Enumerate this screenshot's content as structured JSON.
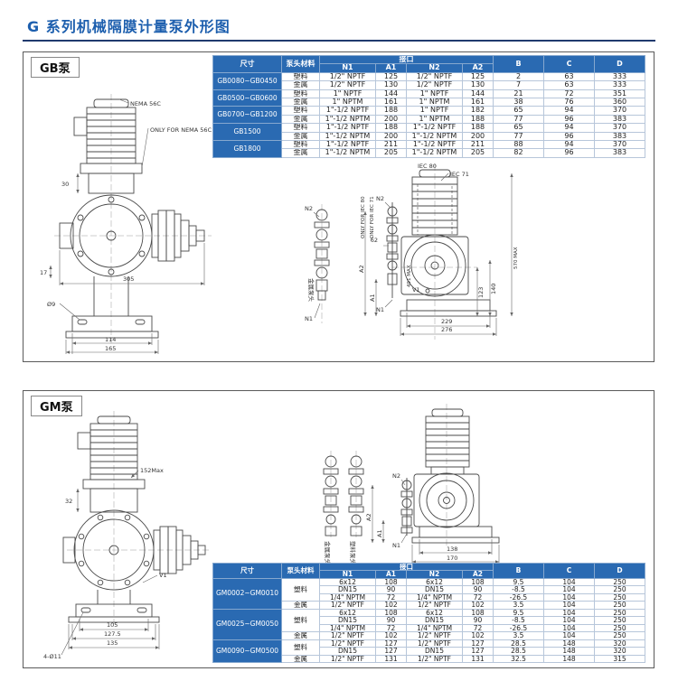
{
  "page": {
    "title": "G 系列机械隔膜计量泵外形图"
  },
  "colors": {
    "accent_blue": "#2a6ab2",
    "title_blue": "#1d5fae",
    "rule_navy": "#203a6e"
  },
  "table_headers": {
    "size": "尺寸",
    "material": "泵头材料",
    "port": "接口",
    "n1": "N1",
    "a1": "A1",
    "n2": "N2",
    "a2": "A2",
    "b": "B",
    "c": "C",
    "d": "D"
  },
  "gb": {
    "label": "GB泵",
    "table": {
      "rows": [
        {
          "size": "GB0080~GB0450",
          "size_span": 2,
          "material": "塑料",
          "cells": [
            "1/2\" NPTF",
            "125",
            "1/2\" NPTF",
            "125",
            "2",
            "63",
            "333"
          ]
        },
        {
          "material": "金属",
          "cells": [
            "1/2\" NPTF",
            "130",
            "1/2\" NPTF",
            "130",
            "7",
            "63",
            "333"
          ]
        },
        {
          "size": "GB0500~GB0600",
          "size_span": 2,
          "material": "塑料",
          "cells": [
            "1\" NPTF",
            "144",
            "1\" NPTF",
            "144",
            "21",
            "72",
            "351"
          ]
        },
        {
          "material": "金属",
          "cells": [
            "1\" NPTM",
            "161",
            "1\" NPTM",
            "161",
            "38",
            "76",
            "360"
          ]
        },
        {
          "size": "GB0700~GB1200",
          "size_span": 2,
          "material": "塑料",
          "cells": [
            "1\"-1/2 NPTF",
            "188",
            "1\" NPTF",
            "182",
            "65",
            "94",
            "370"
          ]
        },
        {
          "material": "金属",
          "cells": [
            "1\"-1/2 NPTM",
            "200",
            "1\" NPTM",
            "188",
            "77",
            "96",
            "383"
          ]
        },
        {
          "size": "GB1500",
          "size_span": 2,
          "material": "塑料",
          "cells": [
            "1\"-1/2 NPTF",
            "188",
            "1\"-1/2 NPTF",
            "188",
            "65",
            "94",
            "370"
          ]
        },
        {
          "material": "金属",
          "cells": [
            "1\"-1/2 NPTM",
            "200",
            "1\"-1/2 NPTM",
            "200",
            "77",
            "96",
            "383"
          ]
        },
        {
          "size": "GB1800",
          "size_span": 2,
          "material": "塑料",
          "cells": [
            "1\"-1/2 NPTF",
            "211",
            "1\"-1/2 NPTF",
            "211",
            "88",
            "94",
            "370"
          ]
        },
        {
          "material": "金属",
          "cells": [
            "1\"-1/2 NPTM",
            "205",
            "1\"-1/2 NPTM",
            "205",
            "82",
            "96",
            "383"
          ]
        }
      ]
    },
    "drawing": {
      "nema": "NEMA 56C",
      "only_nema": "ONLY FOR NEMA 56C",
      "d30": "30",
      "d17": "17",
      "d305": "305",
      "phi9": "Ø9",
      "d114": "114",
      "d165": "165",
      "iec80": "IEC 80",
      "iec71": "IEC 71",
      "only_iec80": "ONLY FOR IEC 80",
      "only_iec71": "ONLY FOR IEC 71",
      "max491": "491 MAX",
      "max570": "570 MAX",
      "n1": "N1",
      "n2": "N2",
      "a1": "A1",
      "a2": "A2",
      "d62": "62",
      "d123": "123",
      "d140": "140",
      "d229": "229",
      "d276": "276",
      "v1": "V1",
      "metal_head": "金属泵头"
    }
  },
  "gm": {
    "label": "GM泵",
    "table": {
      "rows": [
        {
          "size": "GM0002~GM0010",
          "size_span": 4,
          "material": "塑料",
          "material_span": 3,
          "cells": [
            "6x12",
            "108",
            "6x12",
            "108",
            "9.5",
            "104",
            "250"
          ]
        },
        {
          "cells": [
            "DN15",
            "90",
            "DN15",
            "90",
            "-8.5",
            "104",
            "250"
          ]
        },
        {
          "cells": [
            "1/4\" NPTM",
            "72",
            "1/4\" NPTM",
            "72",
            "-26.5",
            "104",
            "250"
          ]
        },
        {
          "material": "金属",
          "cells": [
            "1/2\" NPTF",
            "102",
            "1/2\" NPTF",
            "102",
            "3.5",
            "104",
            "250"
          ]
        },
        {
          "size": "GM0025~GM0050",
          "size_span": 4,
          "material": "塑料",
          "material_span": 3,
          "cells": [
            "6x12",
            "108",
            "6x12",
            "108",
            "9.5",
            "104",
            "250"
          ]
        },
        {
          "cells": [
            "DN15",
            "90",
            "DN15",
            "90",
            "-8.5",
            "104",
            "250"
          ]
        },
        {
          "cells": [
            "1/4\" NPTM",
            "72",
            "1/4\" NPTM",
            "72",
            "-26.5",
            "104",
            "250"
          ]
        },
        {
          "material": "金属",
          "cells": [
            "1/2\" NPTF",
            "102",
            "1/2\" NPTF",
            "102",
            "3.5",
            "104",
            "250"
          ]
        },
        {
          "size": "GM0090~GM0500",
          "size_span": 3,
          "material": "塑料",
          "material_span": 2,
          "cells": [
            "1/2\" NPTF",
            "127",
            "1/2\" NPTF",
            "127",
            "28.5",
            "148",
            "320"
          ]
        },
        {
          "cells": [
            "DN15",
            "127",
            "DN15",
            "127",
            "28.5",
            "148",
            "320"
          ]
        },
        {
          "material": "金属",
          "cells": [
            "1/2\" NPTF",
            "131",
            "1/2\" NPTF",
            "131",
            "32.5",
            "148",
            "315"
          ]
        }
      ]
    },
    "drawing": {
      "d152": "152Max",
      "d32": "32",
      "d105": "105",
      "d1275": "127.5",
      "d135": "135",
      "holes": "4-Ø11",
      "v1": "V1",
      "metal_head": "金属泵头",
      "plastic_head": "塑料泵头",
      "n1": "N1",
      "n2": "N2",
      "a1": "A1",
      "a2": "A2",
      "d138": "138",
      "d170": "170"
    }
  }
}
